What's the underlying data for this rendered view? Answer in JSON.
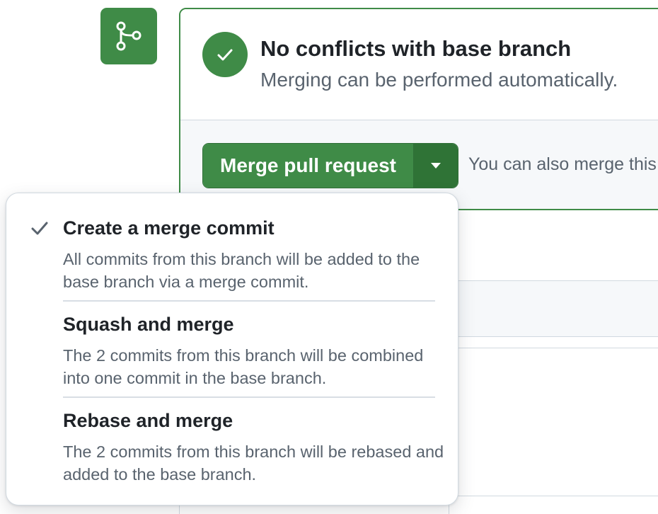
{
  "status": {
    "title": "No conflicts with base branch",
    "subtitle": "Merging can be performed automatically."
  },
  "actions": {
    "merge_button_label": "Merge pull request",
    "also_text": "You can also merge this"
  },
  "menu": {
    "items": [
      {
        "title": "Create a merge commit",
        "description": "All commits from this branch will be added to the base branch via a merge commit.",
        "selected": true
      },
      {
        "title": "Squash and merge",
        "description": "The 2 commits from this branch will be combined into one commit in the base branch.",
        "selected": false
      },
      {
        "title": "Rebase and merge",
        "description": "The 2 commits from this branch will be rebased and added to the base branch.",
        "selected": false
      }
    ]
  },
  "icons": {
    "merge_tile": "git-merge-icon",
    "status": "check-circle-icon",
    "caret": "triangle-down-icon",
    "selected": "check-icon"
  },
  "colors": {
    "success": "#3f8b47",
    "success_dark": "#2f7336",
    "text": "#1f2328",
    "muted": "#59636e"
  }
}
